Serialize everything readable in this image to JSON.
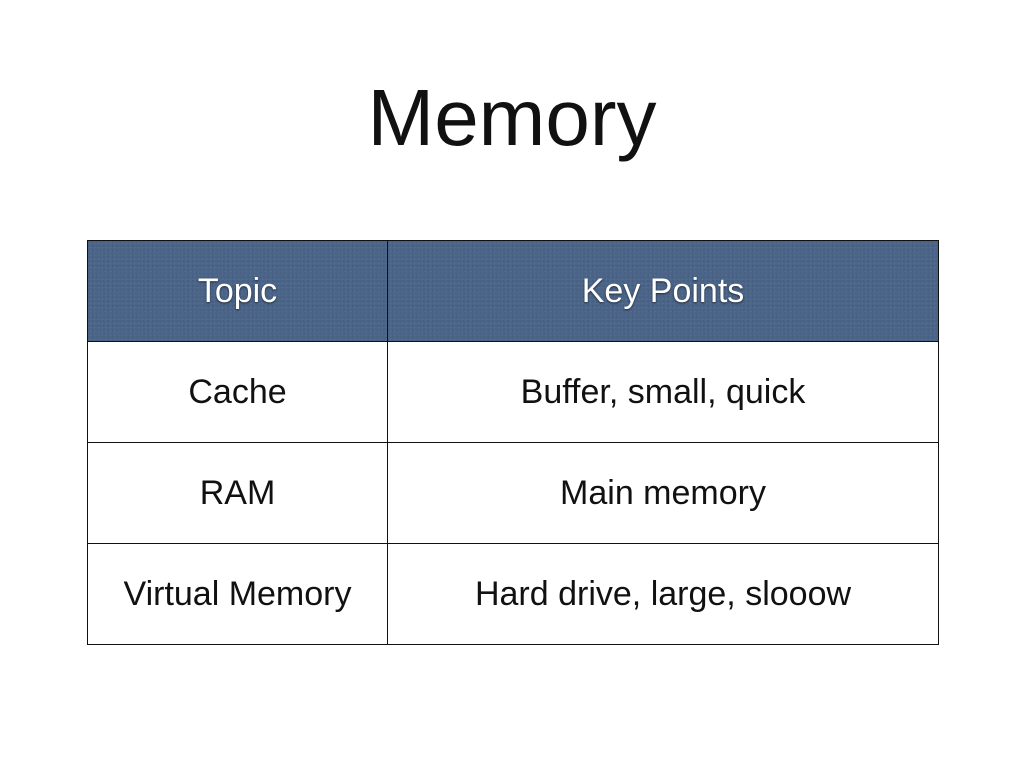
{
  "slide": {
    "title": "Memory"
  },
  "table": {
    "header_color": "#4a6488",
    "headers": [
      "Topic",
      "Key Points"
    ],
    "rows": [
      {
        "topic": "Cache",
        "points": "Buffer, small, quick"
      },
      {
        "topic": "RAM",
        "points": "Main memory"
      },
      {
        "topic": "Virtual Memory",
        "points": "Hard drive, large, slooow"
      }
    ]
  }
}
